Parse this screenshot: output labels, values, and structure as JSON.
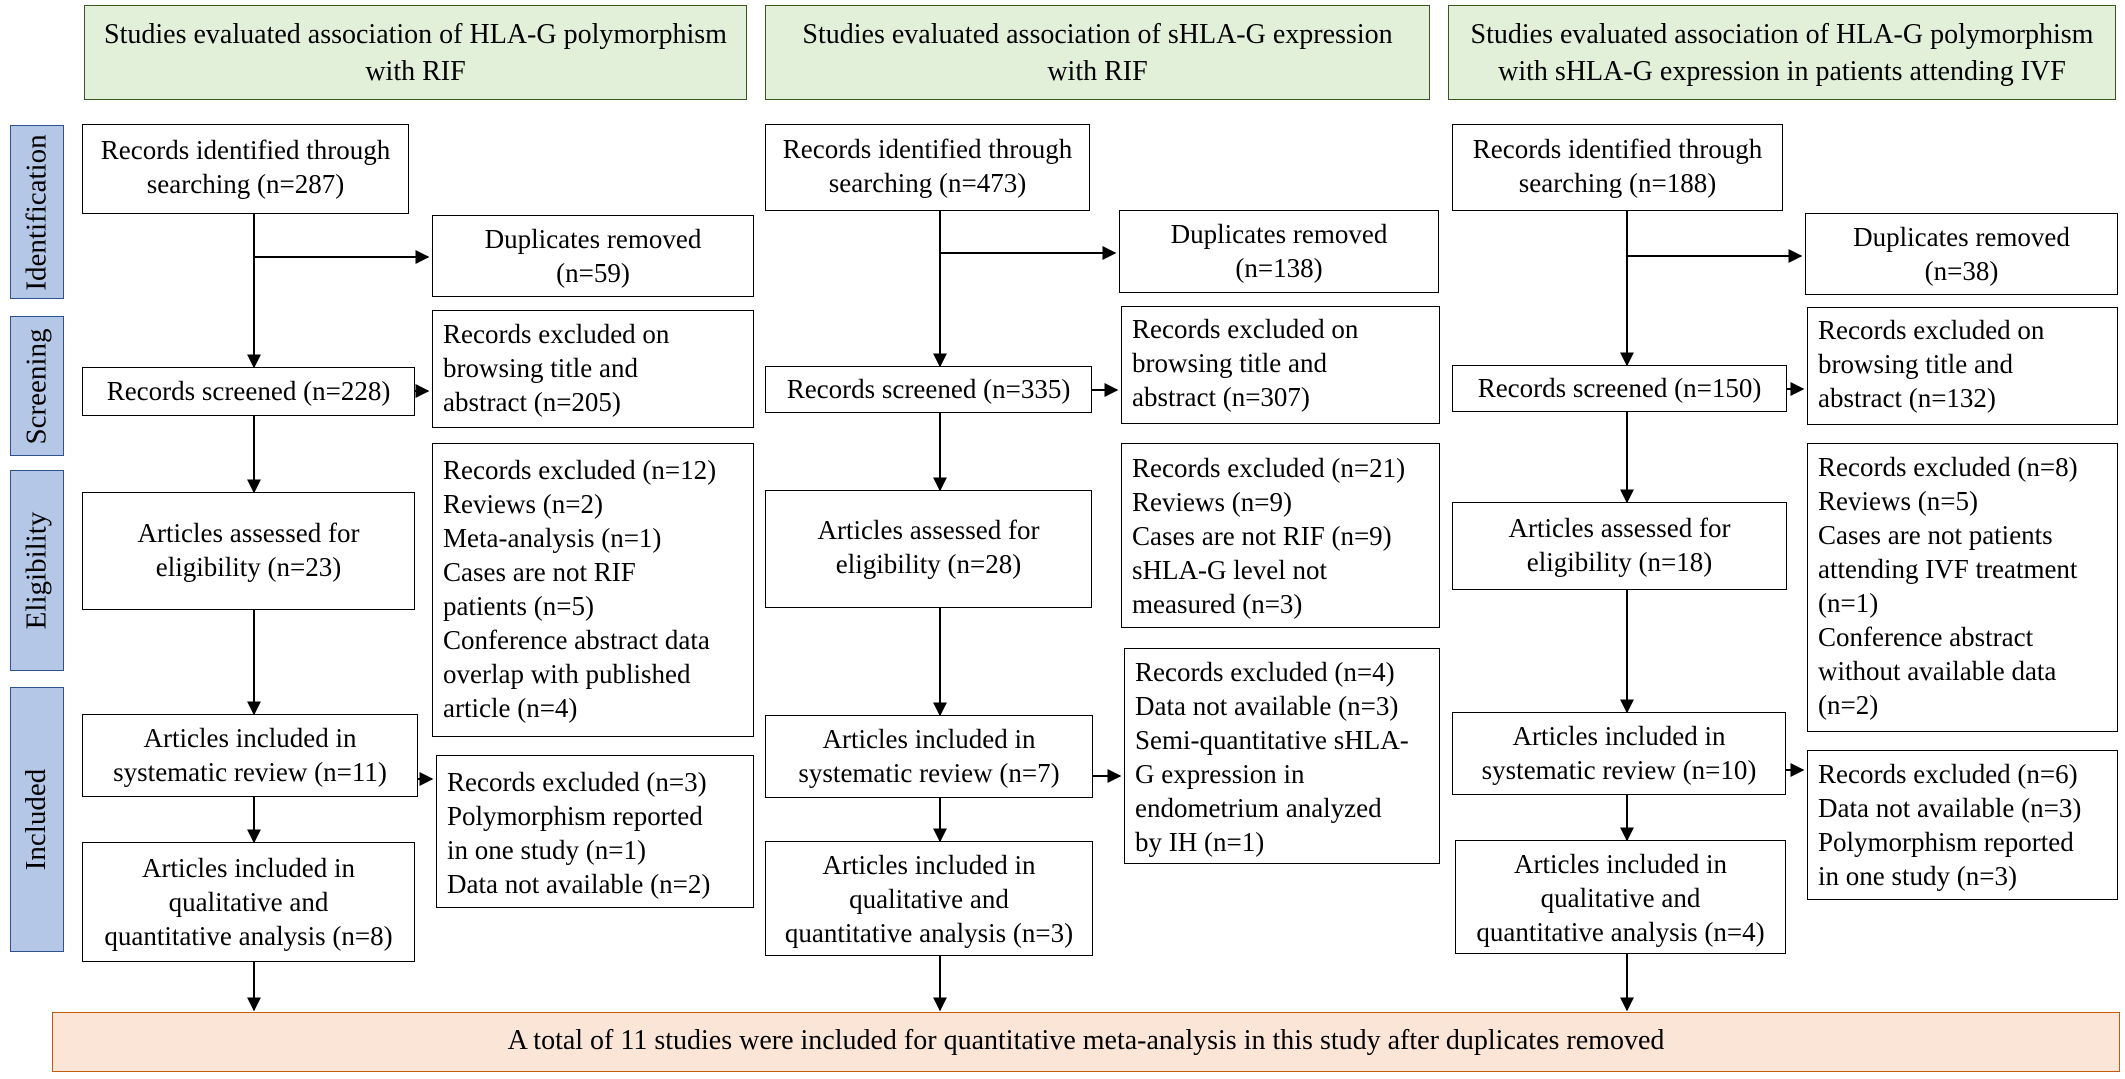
{
  "stages": [
    "Identification",
    "Screening",
    "Eligibility",
    "Included"
  ],
  "columns": [
    {
      "header": "Studies evaluated association of HLA-G polymorphism\nwith RIF",
      "identified": "Records identified through\nsearching (n=287)",
      "duplicates": "Duplicates removed\n(n=59)",
      "screened": "Records screened (n=228)",
      "screen_excluded": "Records excluded on\nbrowsing title and\nabstract (n=205)",
      "assessed": "Articles assessed for\neligibility (n=23)",
      "elig_excluded": "Records excluded (n=12)\nReviews (n=2)\nMeta-analysis (n=1)\nCases are not RIF\npatients (n=5)\nConference abstract data\noverlap with published\narticle (n=4)",
      "included": "Articles included in\nsystematic review (n=11)",
      "incl_excluded": "Records excluded (n=3)\nPolymorphism reported\nin one study (n=1)\nData not available (n=2)",
      "final": "Articles included in\nqualitative and\nquantitative analysis (n=8)"
    },
    {
      "header": "Studies evaluated association of sHLA-G expression\nwith RIF",
      "identified": "Records identified through\nsearching (n=473)",
      "duplicates": "Duplicates removed\n(n=138)",
      "screened": "Records screened (n=335)",
      "screen_excluded": "Records excluded on\nbrowsing title and\nabstract (n=307)",
      "assessed": "Articles assessed for\neligibility (n=28)",
      "elig_excluded": "Records excluded (n=21)\nReviews (n=9)\nCases are not RIF (n=9)\nsHLA-G level not\nmeasured (n=3)",
      "included": "Articles included in\nsystematic review (n=7)",
      "incl_excluded": "Records excluded (n=4)\nData not available (n=3)\nSemi-quantitative sHLA-\nG expression in\nendometrium analyzed\nby IH (n=1)",
      "final": "Articles included in\nqualitative and\nquantitative analysis (n=3)"
    },
    {
      "header": "Studies evaluated association of HLA-G polymorphism\nwith sHLA-G expression in patients attending IVF",
      "identified": "Records identified through\nsearching (n=188)",
      "duplicates": "Duplicates removed\n(n=38)",
      "screened": "Records screened (n=150)",
      "screen_excluded": "Records excluded on\nbrowsing title and\nabstract (n=132)",
      "assessed": "Articles assessed for\neligibility (n=18)",
      "elig_excluded": "Records excluded (n=8)\nReviews (n=5)\nCases are not patients\nattending IVF treatment\n(n=1)\nConference abstract\nwithout available data\n(n=2)",
      "included": "Articles included in\nsystematic review (n=10)",
      "incl_excluded": "Records excluded (n=6)\nData not available (n=3)\nPolymorphism reported\nin one study (n=3)",
      "final": "Articles included in\nqualitative and\nquantitative analysis (n=4)"
    }
  ],
  "summary": "A total of 11 studies were included for quantitative meta-analysis in this study after duplicates removed",
  "colors": {
    "header_fill": "#e2efd9",
    "stage_fill": "#b4c7e7",
    "summary_fill": "#fbe5d6"
  }
}
